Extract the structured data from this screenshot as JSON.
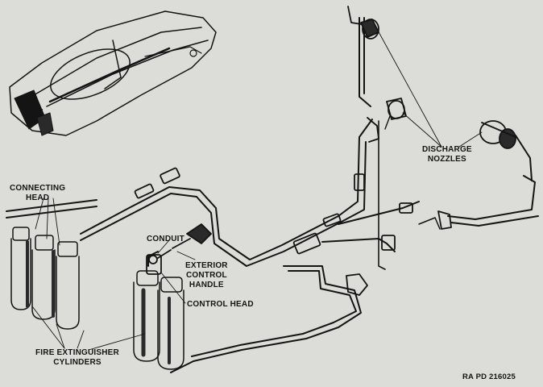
{
  "labels": {
    "connecting_head": [
      "CONNECTING",
      "HEAD"
    ],
    "conduit": "CONDUIT",
    "exterior_control_handle": [
      "EXTERIOR",
      "CONTROL",
      "HANDLE"
    ],
    "control_head": "CONTROL HEAD",
    "fire_extinguisher_cylinders": [
      "FIRE EXTINGUISHER",
      "CYLINDERS"
    ],
    "discharge_nozzles": [
      "DISCHARGE",
      "NOZZLES"
    ],
    "figure_code": "RA PD 216025"
  },
  "colors": {
    "paper": "#dcdcd8",
    "ink": "#141414"
  }
}
